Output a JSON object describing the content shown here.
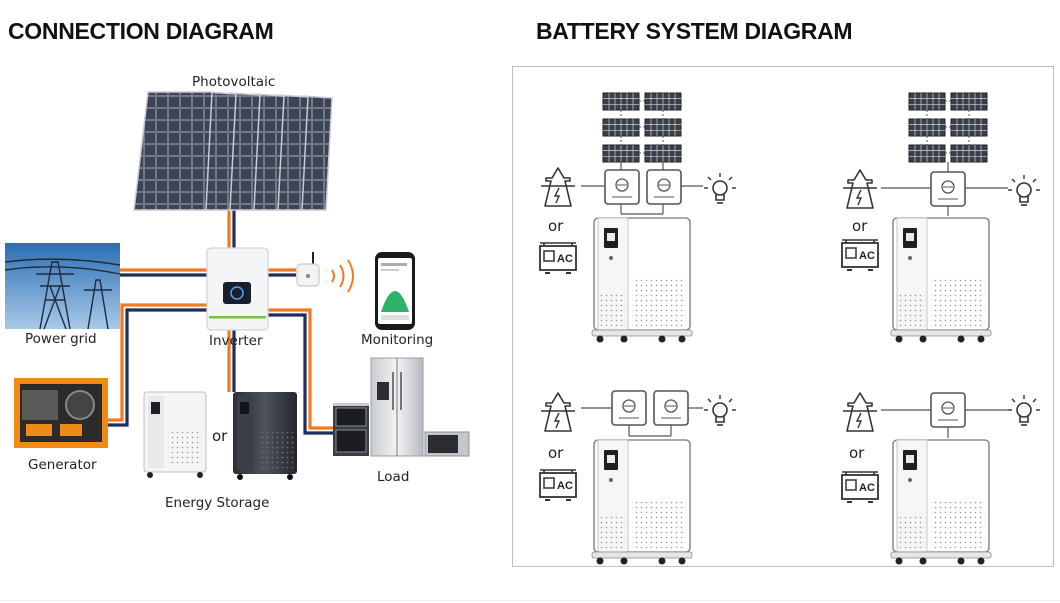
{
  "left_title": "CONNECTION DIAGRAM",
  "right_title": "BATTERY SYSTEM DIAGRAM",
  "labels": {
    "photovoltaic": "Photovoltaic",
    "power_grid": "Power grid",
    "inverter": "Inverter",
    "monitoring": "Monitoring",
    "generator": "Generator",
    "energy_storage": "Energy Storage",
    "load": "Load",
    "or": "or"
  },
  "generator_badge": "AC",
  "colors": {
    "orange_cable": "#f07a22",
    "navy_cable": "#1c2f5a",
    "diagram_line": "#555555"
  }
}
